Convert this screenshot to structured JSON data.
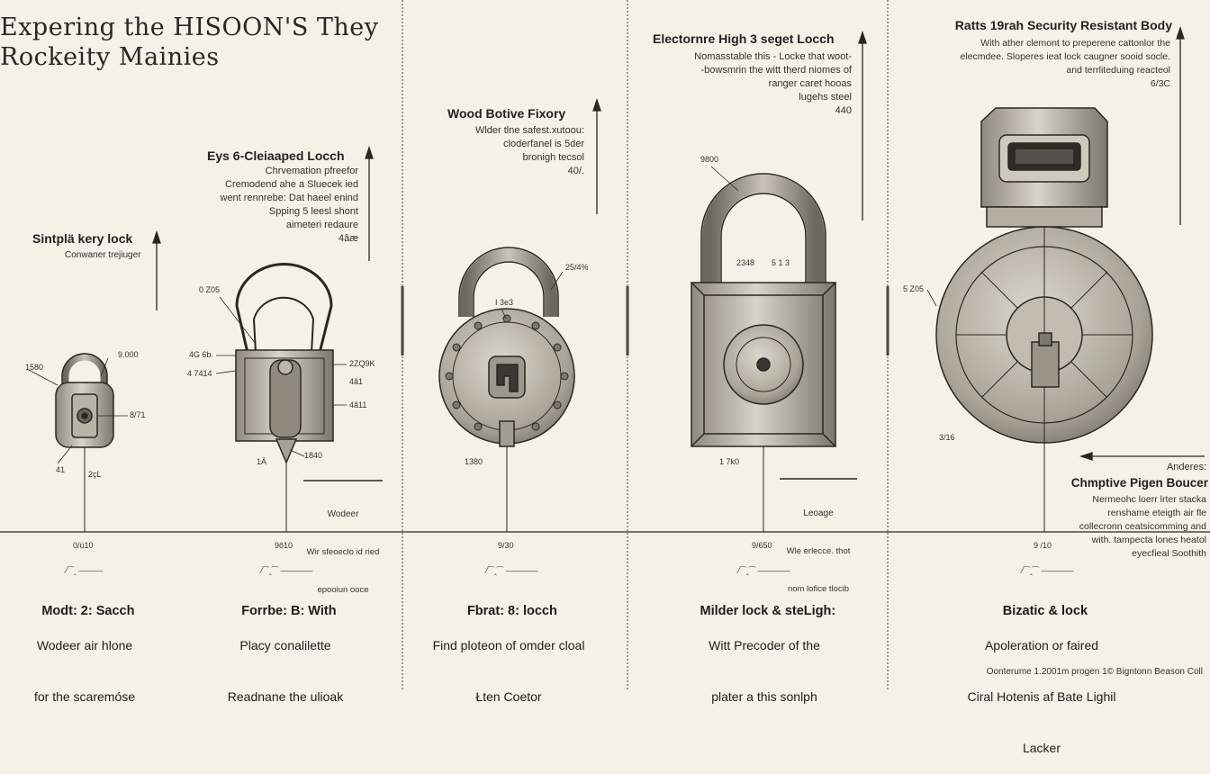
{
  "title_lines": [
    "Expering the HISOON'S They",
    "Rockeity Mainies"
  ],
  "colors": {
    "background": "#f5f1e6",
    "ink": "#2a2722",
    "metal_light": "#cfcac0",
    "metal_mid": "#a9a398",
    "metal_dark": "#6e695f"
  },
  "locks": [
    {
      "heading": "Sintplä kery lock",
      "note": "Conwaner trejiuger",
      "dims": [
        "1580",
        "9.000",
        "8/71",
        "41",
        "2çL"
      ],
      "era": "0/ù10",
      "timeline_label": "⁄⁀‸ ———",
      "caption_title": "Modt: 2: Sacch",
      "caption_lines": [
        "Wodeer air hlone",
        "for the scaremóse"
      ]
    },
    {
      "heading": "Eys 6-Cleiaaped Locch",
      "note": "Chrvemation pfreefor\nCremodend ahe a Sluecek ied\nwent rennrebe: Dat haeel enind\nSpping 5 leesl shont\naimeteri redaure\n4âæ",
      "dims": [
        "0 Z05",
        "4G 6b.",
        "4 7414",
        "2ZQ9K",
        "4ã1",
        "4ã11",
        "1Ä",
        "1840"
      ],
      "era": "9ô10",
      "timeline_label": "⁄⁀‸⁀ ————",
      "caption_title": "Forrbe: B: With",
      "caption_lines": [
        "Placy conalilette",
        "Readnane the ulioak"
      ]
    },
    {
      "heading": "Wood Botive Fixory",
      "note": "Wlder tlne safest.xutoou:\ncloderfanel is 5der\nbronigh tecsol\n40/.",
      "dims": [
        "25/4%",
        "I 3e3",
        "1380"
      ],
      "era": "9/30",
      "timeline_label": "⁄⁀‸⁀ ————",
      "caption_title": "Fbrat: 8: locch",
      "caption_lines": [
        "Find ploteon of omder cloal",
        "Łten Coetor"
      ]
    },
    {
      "heading": "Electornre High 3 seget Locch",
      "note": "Nomasstable this - Locke that woot-\n-bowsmrin the witt therd niomes of\nranger caret hooas\nlugehs steel\n440",
      "dims": [
        "9800",
        "2348",
        "5 1 3",
        "1 7k0"
      ],
      "era": "9/650",
      "timeline_label": "⁄⁀‸⁀ ————",
      "caption_title": "Milder lock & steLigh:",
      "caption_lines": [
        "Witt Precoder of the",
        "plater a this sonlph"
      ]
    },
    {
      "heading": "Ratts 19rah Security Resistant Body",
      "note": "With ather clemont to preperene cattonlor the\nelecmdee. Sloperes ieat lock caugner sooid socle.\nand terrliteduing reacteol\n6/3C",
      "dims": [
        "5 Z05",
        "3/16"
      ],
      "era": "9 /10",
      "timeline_label": "⁄⁀‸⁀ ————",
      "caption_title": "Bizatic & lock",
      "caption_lines": [
        "Apoleration or faired",
        "Ciral Hotenis af Bate Lighil",
        "Lacker"
      ]
    }
  ],
  "side_notes": [
    {
      "title": "Wodeer",
      "lines": [
        "Wir sfeoeclo id ried",
        "epooiun ooce"
      ]
    },
    {
      "title": "Leoage",
      "lines": [
        "Wle erlecce. thot",
        "nom lofice tlocib"
      ]
    }
  ],
  "right_box": {
    "top_label": "Anderes:",
    "heading": "Chmptive Pigen Boucer",
    "note": "Nermeohc loerr lrter stacka\nrenshame eteigth air fle\ncollecronn ceatsicomming and\nwith. tampecta lones heatol\neyecfieal Soothith"
  },
  "footer": "Oonterume 1.2001m progen 1© Bigntonn Beason Coll"
}
